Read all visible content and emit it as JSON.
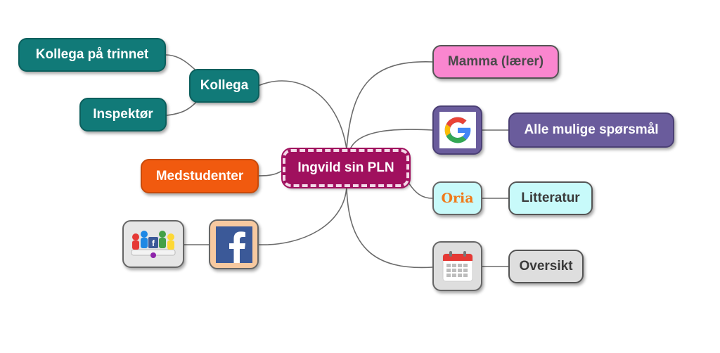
{
  "central": {
    "label": "Ingvild sin PLN"
  },
  "nodes": {
    "kollega": "Kollega",
    "kollega_trinnet": "Kollega på trinnet",
    "inspektor": "Inspektør",
    "medstudenter": "Medstudenter",
    "mamma": "Mamma (lærer)",
    "alle_sporsmal": "Alle mulige spørsmål",
    "litteratur": "Litteratur",
    "oversikt": "Oversikt"
  },
  "icons": {
    "google": "google-logo-icon",
    "oria": "Oria",
    "calendar": "calendar-icon",
    "facebook": "facebook-logo-icon",
    "facebook_group": "facebook-group-icon"
  },
  "colors": {
    "central": "#a0105e",
    "teal": "#117a78",
    "orange": "#f15a0f",
    "pink": "#fa86cf",
    "purple": "#6a5c9c",
    "cyan": "#c8fafa",
    "gray": "#dedede",
    "facebook_box": "#f7c9a0"
  }
}
